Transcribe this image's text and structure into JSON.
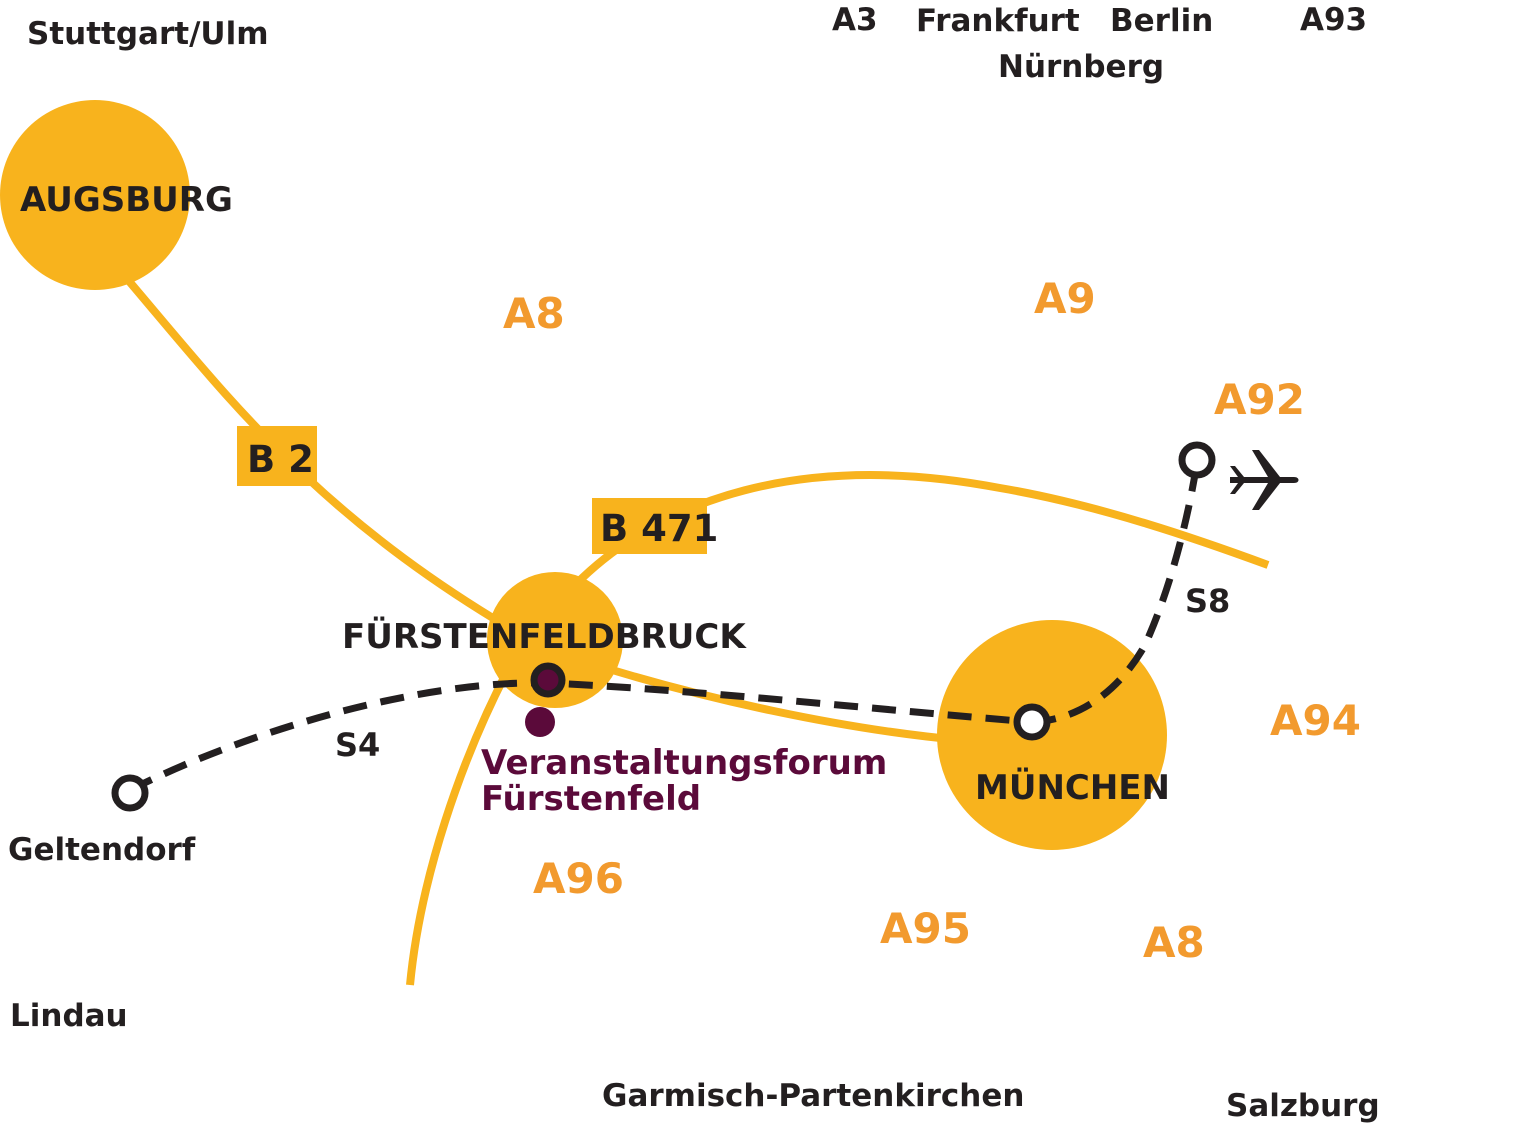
{
  "colors": {
    "road": "#f8b31d",
    "road_label": "#f29a2e",
    "sbahn": "#231f20",
    "venue": "#5b0a3a",
    "text": "#231f20"
  },
  "destinations": {
    "stuttgart_ulm": "Stuttgart/Ulm",
    "a3": "A3",
    "frankfurt": "Frankfurt",
    "berlin": "Berlin",
    "nuernberg": "Nürnberg",
    "a93": "A93",
    "geltendorf": "Geltendorf",
    "lindau": "Lindau",
    "garmisch": "Garmisch-Partenkirchen",
    "salzburg": "Salzburg"
  },
  "highways": {
    "a8_north": "A8",
    "a9": "A9",
    "a92": "A92",
    "a94": "A94",
    "a96": "A96",
    "a95": "A95",
    "a8_south": "A8"
  },
  "cities": {
    "augsburg": "AUGSBURG",
    "fuerstenfeldbruck": "FÜRSTENFELDBRUCK",
    "muenchen": "MÜNCHEN"
  },
  "road_shields": {
    "b2": "B 2",
    "b471": "B 471"
  },
  "sbahn_lines": {
    "s4": "S4",
    "s8": "S8"
  },
  "venue": {
    "line1": "Veranstaltungsforum",
    "line2": "Fürstenfeld"
  },
  "icons": {
    "airport": "airplane-icon",
    "station": "station-ring-icon"
  }
}
